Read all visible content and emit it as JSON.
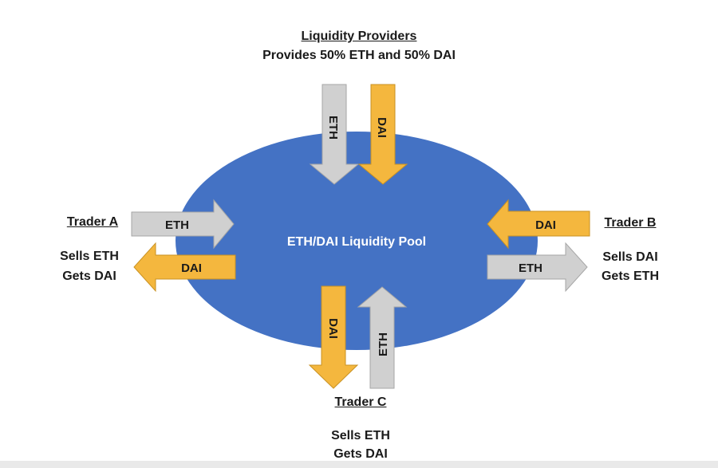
{
  "pool": {
    "label": "ETH/DAI Liquidity Pool",
    "color": "#4472C4"
  },
  "colors": {
    "eth_arrow": "#D0D0D0",
    "eth_arrow_border": "#A6A6A6",
    "dai_arrow": "#F4B73E",
    "dai_arrow_border": "#C99223",
    "text": "#1a1a1a",
    "pool_text": "#FFFFFF"
  },
  "liquidity_providers": {
    "title": "Liquidity Providers",
    "subtitle": "Provides 50% ETH and 50% DAI",
    "arrows": [
      {
        "token": "ETH",
        "direction": "down"
      },
      {
        "token": "DAI",
        "direction": "down"
      }
    ]
  },
  "trader_a": {
    "title": "Trader A",
    "line1": "Sells ETH",
    "line2": "Gets DAI",
    "arrows": [
      {
        "token": "ETH",
        "direction": "right"
      },
      {
        "token": "DAI",
        "direction": "left"
      }
    ]
  },
  "trader_b": {
    "title": "Trader B",
    "line1": "Sells DAI",
    "line2": "Gets ETH",
    "arrows": [
      {
        "token": "DAI",
        "direction": "left"
      },
      {
        "token": "ETH",
        "direction": "right"
      }
    ]
  },
  "trader_c": {
    "title": "Trader C",
    "line1": "Sells ETH",
    "line2": "Gets DAI",
    "arrows": [
      {
        "token": "DAI",
        "direction": "down"
      },
      {
        "token": "ETH",
        "direction": "up"
      }
    ]
  }
}
